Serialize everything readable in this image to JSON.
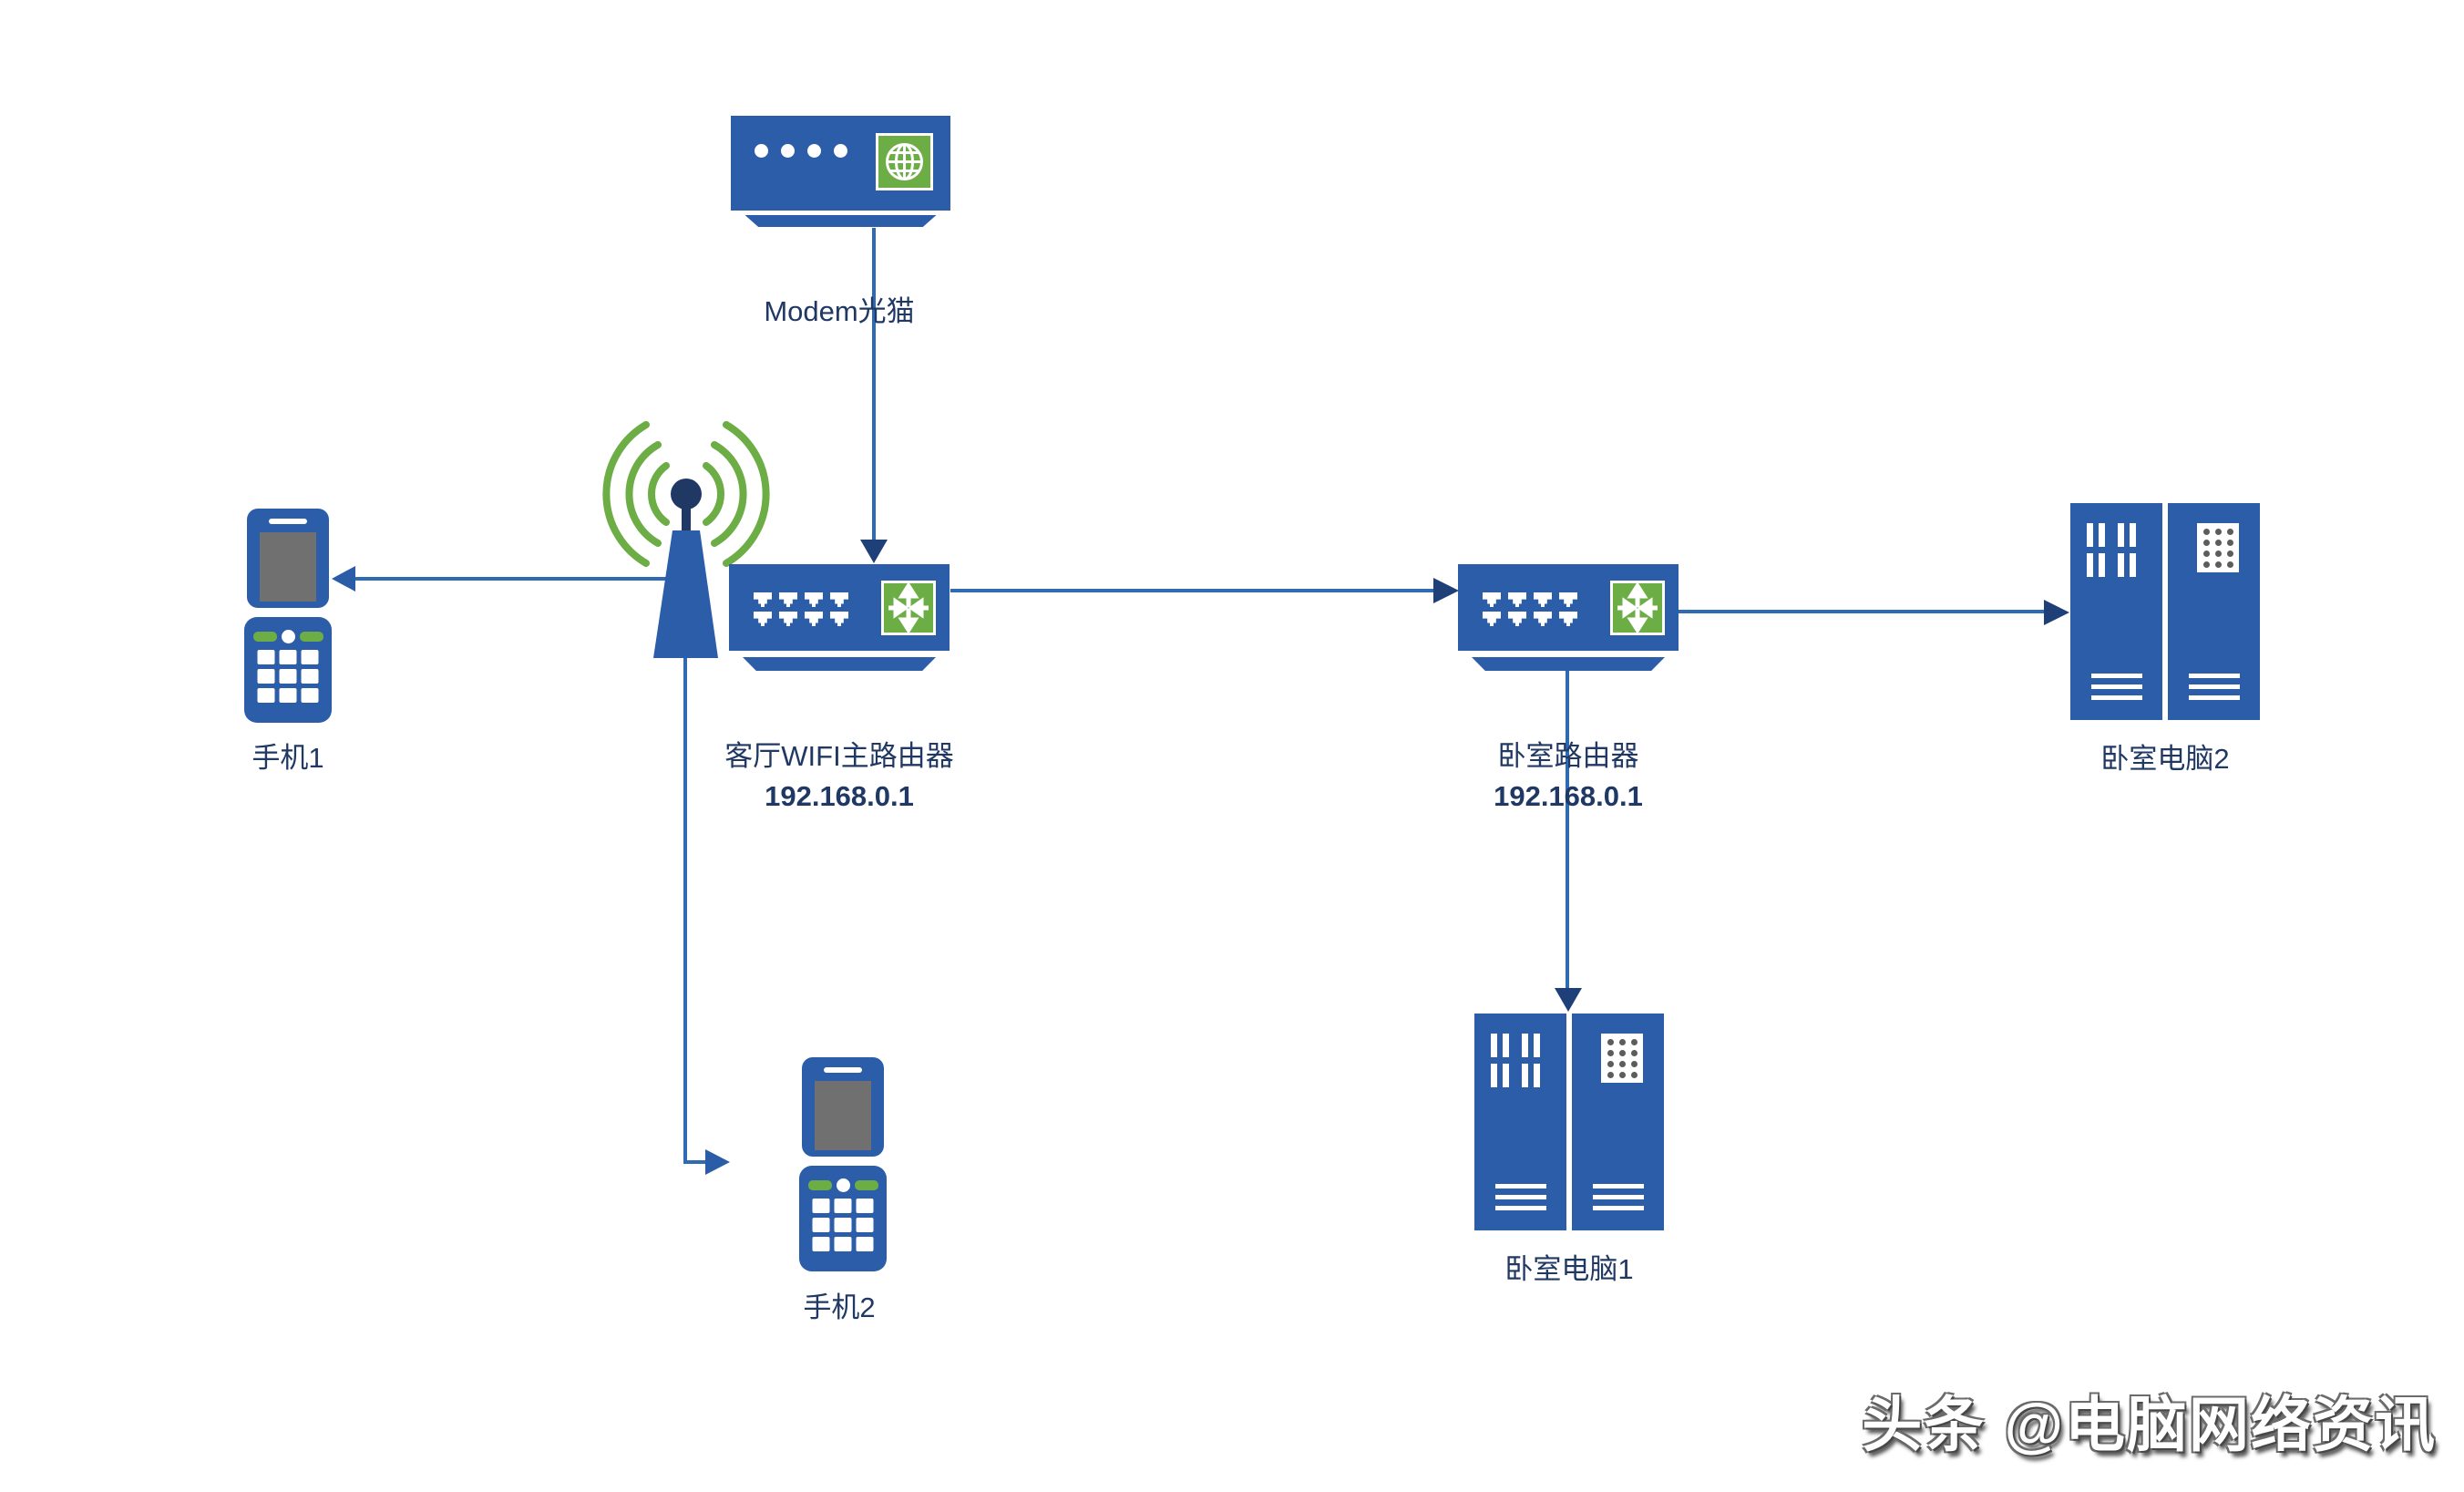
{
  "diagram_type": "home-network-topology",
  "colors": {
    "device_blue": "#2B5DA9",
    "text_navy": "#1F3864",
    "accent_green": "#6CAD45",
    "connector_blue": "#2F6BB3",
    "arrow_dark": "#1F3F78",
    "screen_gray": "#707070",
    "watermark_white": "#FFFFFF"
  },
  "nodes": {
    "modem": {
      "label": "Modem光猫"
    },
    "main_router": {
      "name": "客厅WIFI主路由器",
      "ip": "192.168.0.1"
    },
    "bedroom_router": {
      "name": "卧室路由器",
      "ip": "192.168.0.1"
    },
    "phone1": {
      "label": "手机1"
    },
    "phone2": {
      "label": "手机2"
    },
    "bedroom_pc1": {
      "label": "卧室电脑1"
    },
    "bedroom_pc2": {
      "label": "卧室电脑2"
    }
  },
  "edges": [
    {
      "from": "Modem光猫",
      "to": "客厅WIFI主路由器",
      "arrow_points": "down into router top"
    },
    {
      "from": "客厅WIFI主路由器",
      "to": "手机1",
      "arrow_points": "left into phone"
    },
    {
      "from": "客厅WIFI主路由器",
      "to": "卧室路由器",
      "arrow_points": "right into router left"
    },
    {
      "from": "客厅WIFI主路由器",
      "to": "手机2",
      "arrow_points": "down then right toward phone"
    },
    {
      "from": "卧室路由器",
      "to": "卧室电脑2",
      "arrow_points": "right into pc left"
    },
    {
      "from": "卧室路由器",
      "to": "卧室电脑1",
      "arrow_points": "down into pc top"
    }
  ],
  "watermark": {
    "text": "头条 @电脑网络资讯"
  }
}
